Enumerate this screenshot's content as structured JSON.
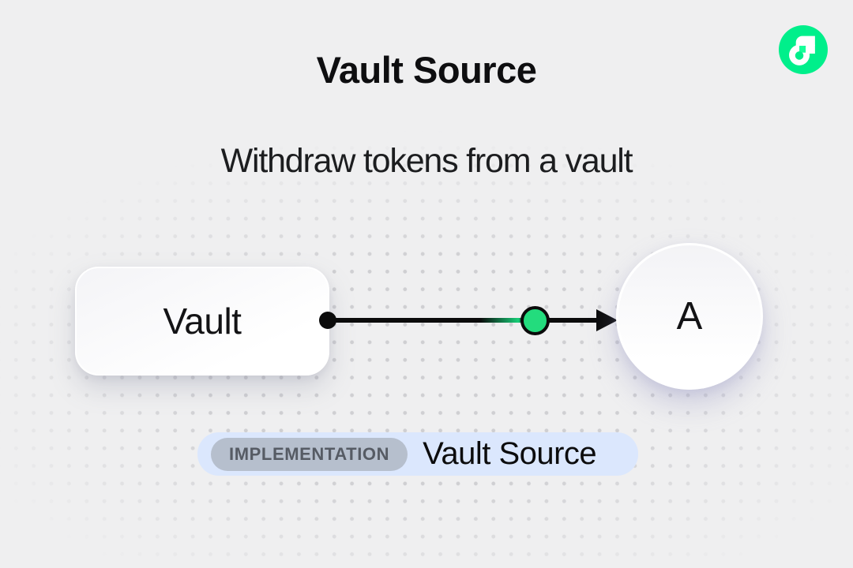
{
  "header": {
    "title": "Vault Source",
    "subtitle": "Withdraw tokens from a vault"
  },
  "logo": {
    "name": "flow-logo",
    "circle_color": "#00EF8B",
    "glyph_color": "#FFFFFF",
    "accent_square_color": "#16FF99"
  },
  "diagram": {
    "source_node": {
      "label": "Vault",
      "shape": "rounded-rect"
    },
    "target_node": {
      "label": "A",
      "shape": "circle"
    },
    "edge": {
      "direction": "left-to-right",
      "line_color": "#0b0b0b",
      "marker_color": "#23dc7d"
    }
  },
  "badge": {
    "tag": "IMPLEMENTATION",
    "label": "Vault Source",
    "container_color": "#dbe7fd",
    "tag_color": "#b6bfcd"
  },
  "background": {
    "color": "#efeff0",
    "dot_color": "#cfcfd2"
  }
}
